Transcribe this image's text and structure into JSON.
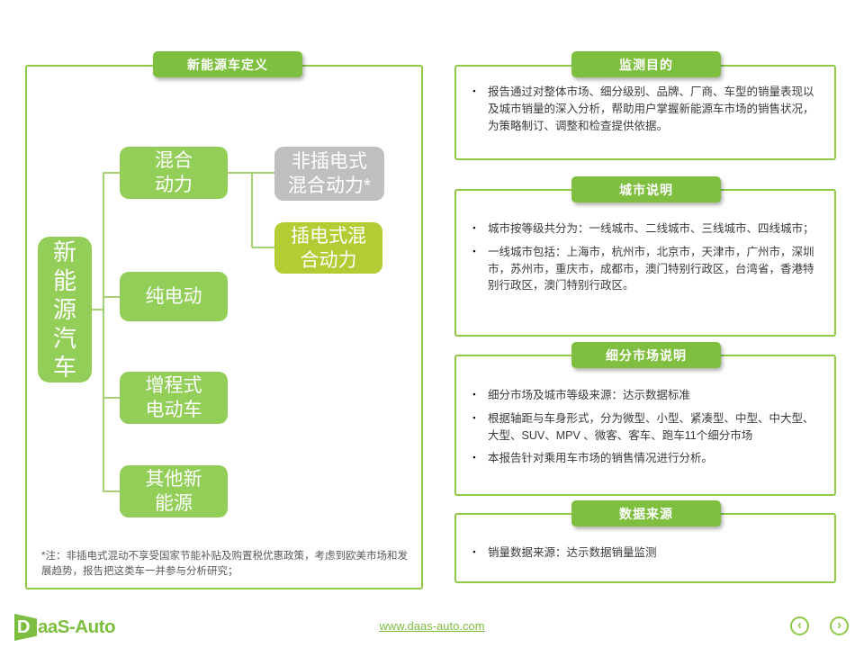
{
  "colors": {
    "green_border": "#8fc947",
    "green_badge": "#7fbf3f",
    "green_node": "#92ce58",
    "yellow_green": "#b2cc33",
    "gray_node": "#bfbfbf",
    "link_green": "#7cbe3f"
  },
  "bullet_glyph": "▪",
  "definition": {
    "badge": "新能源车定义",
    "root": "新\n能\n源\n汽\n车",
    "hybrid": "混合\n动力",
    "pure_ev": "纯电动",
    "range_extended": "增程式\n电动车",
    "other": "其他新\n能源",
    "non_plugin": "非插电式\n混合动力*",
    "plugin": "插电式混\n合动力",
    "footnote": "*注：非插电式混动不享受国家节能补贴及购置税优惠政策，考虑到欧美市场和发展趋势，报告把这类车一并参与分析研究；"
  },
  "sections": [
    {
      "badge": "监测目的",
      "bullets": [
        "报告通过对整体市场、细分级别、品牌、厂商、车型的销量表现以及城市销量的深入分析，帮助用户掌握新能源车市场的销售状况，为策略制订、调整和检查提供依据。"
      ]
    },
    {
      "badge": "城市说明",
      "bullets": [
        "城市按等级共分为：一线城市、二线城市、三线城市、四线城市；",
        "一线城市包括：上海市，杭州市，北京市，天津市，广州市，深圳市，苏州市，重庆市，成都市，澳门特别行政区，台湾省，香港特别行政区，澳门特别行政区。"
      ]
    },
    {
      "badge": "细分市场说明",
      "bullets": [
        "细分市场及城市等级来源：达示数据标准",
        "根据轴距与车身形式，分为微型、小型、紧凑型、中型、中大型、大型、SUV、MPV 、微客、客车、跑车11个细分市场",
        "本报告针对乘用车市场的销售情况进行分析。"
      ]
    },
    {
      "badge": "数据来源",
      "bullets": [
        "销量数据来源：达示数据销量监测"
      ]
    }
  ],
  "footer": {
    "logo_d": "D",
    "logo_text": "aaS-Auto",
    "link": "www.daas-auto.com",
    "prev_icon": "‹",
    "next_icon": "›"
  }
}
